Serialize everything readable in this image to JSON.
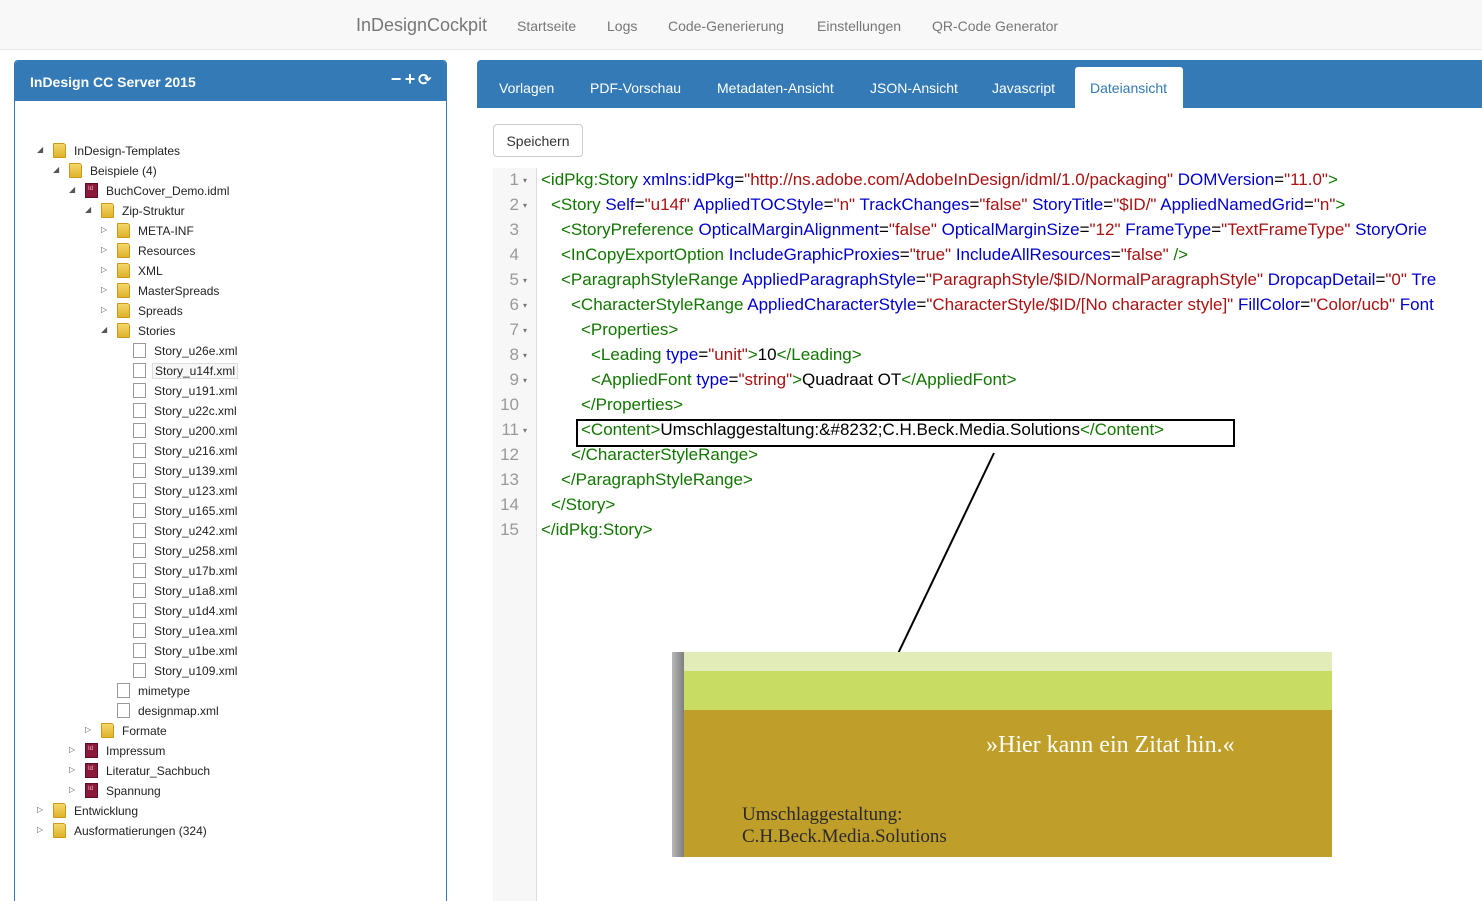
{
  "navbar": {
    "brand": "InDesignCockpit",
    "links": [
      "Startseite",
      "Logs",
      "Code-Generierung",
      "Einstellungen",
      "QR-Code Generator"
    ]
  },
  "left_panel": {
    "title": "InDesign CC Server 2015",
    "icons": [
      "minus-icon",
      "plus-icon",
      "refresh-icon"
    ],
    "tree": [
      {
        "label": "InDesign-Templates",
        "type": "folder",
        "state": "expanded",
        "depth": 0
      },
      {
        "label": "Beispiele (4)",
        "type": "folder",
        "state": "expanded",
        "depth": 1
      },
      {
        "label": "BuchCover_Demo.idml",
        "type": "idml",
        "state": "expanded",
        "depth": 2
      },
      {
        "label": "Zip-Struktur",
        "type": "folder",
        "state": "expanded",
        "depth": 3
      },
      {
        "label": "META-INF",
        "type": "folder",
        "state": "collapsed",
        "depth": 4
      },
      {
        "label": "Resources",
        "type": "folder",
        "state": "collapsed",
        "depth": 4
      },
      {
        "label": "XML",
        "type": "folder",
        "state": "collapsed",
        "depth": 4
      },
      {
        "label": "MasterSpreads",
        "type": "folder",
        "state": "collapsed",
        "depth": 4
      },
      {
        "label": "Spreads",
        "type": "folder",
        "state": "collapsed",
        "depth": 4
      },
      {
        "label": "Stories",
        "type": "folder",
        "state": "expanded",
        "depth": 4
      },
      {
        "label": "Story_u26e.xml",
        "type": "file",
        "state": "leaf",
        "depth": 5
      },
      {
        "label": "Story_u14f.xml",
        "type": "file",
        "state": "leaf",
        "depth": 5,
        "selected": true
      },
      {
        "label": "Story_u191.xml",
        "type": "file",
        "state": "leaf",
        "depth": 5
      },
      {
        "label": "Story_u22c.xml",
        "type": "file",
        "state": "leaf",
        "depth": 5
      },
      {
        "label": "Story_u200.xml",
        "type": "file",
        "state": "leaf",
        "depth": 5
      },
      {
        "label": "Story_u216.xml",
        "type": "file",
        "state": "leaf",
        "depth": 5
      },
      {
        "label": "Story_u139.xml",
        "type": "file",
        "state": "leaf",
        "depth": 5
      },
      {
        "label": "Story_u123.xml",
        "type": "file",
        "state": "leaf",
        "depth": 5
      },
      {
        "label": "Story_u165.xml",
        "type": "file",
        "state": "leaf",
        "depth": 5
      },
      {
        "label": "Story_u242.xml",
        "type": "file",
        "state": "leaf",
        "depth": 5
      },
      {
        "label": "Story_u258.xml",
        "type": "file",
        "state": "leaf",
        "depth": 5
      },
      {
        "label": "Story_u17b.xml",
        "type": "file",
        "state": "leaf",
        "depth": 5
      },
      {
        "label": "Story_u1a8.xml",
        "type": "file",
        "state": "leaf",
        "depth": 5
      },
      {
        "label": "Story_u1d4.xml",
        "type": "file",
        "state": "leaf",
        "depth": 5
      },
      {
        "label": "Story_u1ea.xml",
        "type": "file",
        "state": "leaf",
        "depth": 5
      },
      {
        "label": "Story_u1be.xml",
        "type": "file",
        "state": "leaf",
        "depth": 5
      },
      {
        "label": "Story_u109.xml",
        "type": "file",
        "state": "leaf",
        "depth": 5
      },
      {
        "label": "mimetype",
        "type": "file",
        "state": "leaf",
        "depth": 4
      },
      {
        "label": "designmap.xml",
        "type": "file",
        "state": "leaf",
        "depth": 4
      },
      {
        "label": "Formate",
        "type": "folder",
        "state": "collapsed",
        "depth": 3
      },
      {
        "label": "Impressum",
        "type": "idml",
        "state": "collapsed",
        "depth": 2
      },
      {
        "label": "Literatur_Sachbuch",
        "type": "idml",
        "state": "collapsed",
        "depth": 2
      },
      {
        "label": "Spannung",
        "type": "idml",
        "state": "collapsed",
        "depth": 2
      },
      {
        "label": "Entwicklung",
        "type": "folder",
        "state": "collapsed",
        "depth": 0
      },
      {
        "label": "Ausformatierungen (324)",
        "type": "folder",
        "state": "collapsed",
        "depth": 0
      }
    ]
  },
  "tabs": {
    "items": [
      "Vorlagen",
      "PDF-Vorschau",
      "Metadaten-Ansicht",
      "JSON-Ansicht",
      "Javascript",
      "Dateiansicht"
    ],
    "active": "Dateiansicht"
  },
  "toolbar": {
    "save_label": "Speichern"
  },
  "editor": {
    "lines": [
      {
        "n": "1",
        "fold": true,
        "indent": 0,
        "tokens": [
          [
            "t",
            "<idPkg:Story"
          ],
          [
            "s",
            " "
          ],
          [
            "a",
            "xmlns:idPkg"
          ],
          [
            "s",
            "="
          ],
          [
            "v",
            "\"http://ns.adobe.com/AdobeInDesign/idml/1.0/packaging\""
          ],
          [
            "s",
            " "
          ],
          [
            "a",
            "DOMVersion"
          ],
          [
            "s",
            "="
          ],
          [
            "v",
            "\"11.0\""
          ],
          [
            "t",
            ">"
          ]
        ]
      },
      {
        "n": "2",
        "fold": true,
        "indent": 1,
        "tokens": [
          [
            "t",
            "<Story"
          ],
          [
            "s",
            " "
          ],
          [
            "a",
            "Self"
          ],
          [
            "s",
            "="
          ],
          [
            "v",
            "\"u14f\""
          ],
          [
            "s",
            " "
          ],
          [
            "a",
            "AppliedTOCStyle"
          ],
          [
            "s",
            "="
          ],
          [
            "v",
            "\"n\""
          ],
          [
            "s",
            " "
          ],
          [
            "a",
            "TrackChanges"
          ],
          [
            "s",
            "="
          ],
          [
            "v",
            "\"false\""
          ],
          [
            "s",
            " "
          ],
          [
            "a",
            "StoryTitle"
          ],
          [
            "s",
            "="
          ],
          [
            "v",
            "\"$ID/\""
          ],
          [
            "s",
            " "
          ],
          [
            "a",
            "AppliedNamedGrid"
          ],
          [
            "s",
            "="
          ],
          [
            "v",
            "\"n\""
          ],
          [
            "t",
            ">"
          ]
        ]
      },
      {
        "n": "3",
        "fold": false,
        "indent": 2,
        "tokens": [
          [
            "t",
            "<StoryPreference"
          ],
          [
            "s",
            " "
          ],
          [
            "a",
            "OpticalMarginAlignment"
          ],
          [
            "s",
            "="
          ],
          [
            "v",
            "\"false\""
          ],
          [
            "s",
            " "
          ],
          [
            "a",
            "OpticalMarginSize"
          ],
          [
            "s",
            "="
          ],
          [
            "v",
            "\"12\""
          ],
          [
            "s",
            " "
          ],
          [
            "a",
            "FrameType"
          ],
          [
            "s",
            "="
          ],
          [
            "v",
            "\"TextFrameType\""
          ],
          [
            "s",
            " "
          ],
          [
            "a",
            "StoryOrie"
          ]
        ]
      },
      {
        "n": "4",
        "fold": false,
        "indent": 2,
        "tokens": [
          [
            "t",
            "<InCopyExportOption"
          ],
          [
            "s",
            " "
          ],
          [
            "a",
            "IncludeGraphicProxies"
          ],
          [
            "s",
            "="
          ],
          [
            "v",
            "\"true\""
          ],
          [
            "s",
            " "
          ],
          [
            "a",
            "IncludeAllResources"
          ],
          [
            "s",
            "="
          ],
          [
            "v",
            "\"false\""
          ],
          [
            "s",
            " "
          ],
          [
            "t",
            "/>"
          ]
        ]
      },
      {
        "n": "5",
        "fold": true,
        "indent": 2,
        "tokens": [
          [
            "t",
            "<ParagraphStyleRange"
          ],
          [
            "s",
            " "
          ],
          [
            "a",
            "AppliedParagraphStyle"
          ],
          [
            "s",
            "="
          ],
          [
            "v",
            "\"ParagraphStyle/$ID/NormalParagraphStyle\""
          ],
          [
            "s",
            " "
          ],
          [
            "a",
            "DropcapDetail"
          ],
          [
            "s",
            "="
          ],
          [
            "v",
            "\"0\""
          ],
          [
            "s",
            " "
          ],
          [
            "a",
            "Tre"
          ]
        ]
      },
      {
        "n": "6",
        "fold": true,
        "indent": 3,
        "tokens": [
          [
            "t",
            "<CharacterStyleRange"
          ],
          [
            "s",
            " "
          ],
          [
            "a",
            "AppliedCharacterStyle"
          ],
          [
            "s",
            "="
          ],
          [
            "v",
            "\"CharacterStyle/$ID/[No character style]\""
          ],
          [
            "s",
            " "
          ],
          [
            "a",
            "FillColor"
          ],
          [
            "s",
            "="
          ],
          [
            "v",
            "\"Color/ucb\""
          ],
          [
            "s",
            " "
          ],
          [
            "a",
            "Font"
          ]
        ]
      },
      {
        "n": "7",
        "fold": true,
        "indent": 4,
        "tokens": [
          [
            "t",
            "<Properties>"
          ]
        ]
      },
      {
        "n": "8",
        "fold": true,
        "indent": 5,
        "tokens": [
          [
            "t",
            "<Leading"
          ],
          [
            "s",
            " "
          ],
          [
            "a",
            "type"
          ],
          [
            "s",
            "="
          ],
          [
            "v",
            "\"unit\""
          ],
          [
            "t",
            ">"
          ],
          [
            "s",
            "10"
          ],
          [
            "t",
            "</Leading>"
          ]
        ]
      },
      {
        "n": "9",
        "fold": true,
        "indent": 5,
        "tokens": [
          [
            "t",
            "<AppliedFont"
          ],
          [
            "s",
            " "
          ],
          [
            "a",
            "type"
          ],
          [
            "s",
            "="
          ],
          [
            "v",
            "\"string\""
          ],
          [
            "t",
            ">"
          ],
          [
            "s",
            "Quadraat OT"
          ],
          [
            "t",
            "</AppliedFont>"
          ]
        ]
      },
      {
        "n": "10",
        "fold": false,
        "indent": 4,
        "tokens": [
          [
            "t",
            "</Properties>"
          ]
        ]
      },
      {
        "n": "11",
        "fold": true,
        "indent": 4,
        "tokens": [
          [
            "t",
            "<Content>"
          ],
          [
            "s",
            "Umschlaggestaltung:&#8232;C.H.Beck.Media.Solutions"
          ],
          [
            "t",
            "</Content>"
          ]
        ]
      },
      {
        "n": "12",
        "fold": false,
        "indent": 3,
        "tokens": [
          [
            "t",
            "</CharacterStyleRange>"
          ]
        ]
      },
      {
        "n": "13",
        "fold": false,
        "indent": 2,
        "tokens": [
          [
            "t",
            "</ParagraphStyleRange>"
          ]
        ]
      },
      {
        "n": "14",
        "fold": false,
        "indent": 1,
        "tokens": [
          [
            "t",
            "</Story>"
          ]
        ]
      },
      {
        "n": "15",
        "fold": false,
        "indent": 0,
        "tokens": [
          [
            "t",
            "</idPkg:Story>"
          ]
        ]
      }
    ]
  },
  "preview": {
    "quote": "»Hier kann ein Zitat hin.«",
    "credit_line1": "Umschlaggestaltung:",
    "credit_line2": "C.H.Beck.Media.Solutions"
  },
  "colors": {
    "primary": "#337ab7",
    "tag": "#117700",
    "attribute": "#0000cc",
    "value": "#aa1111",
    "cover_gold": "#c09e2a",
    "cover_green": "#c8dc63",
    "cover_pale": "#e2ecb8"
  }
}
